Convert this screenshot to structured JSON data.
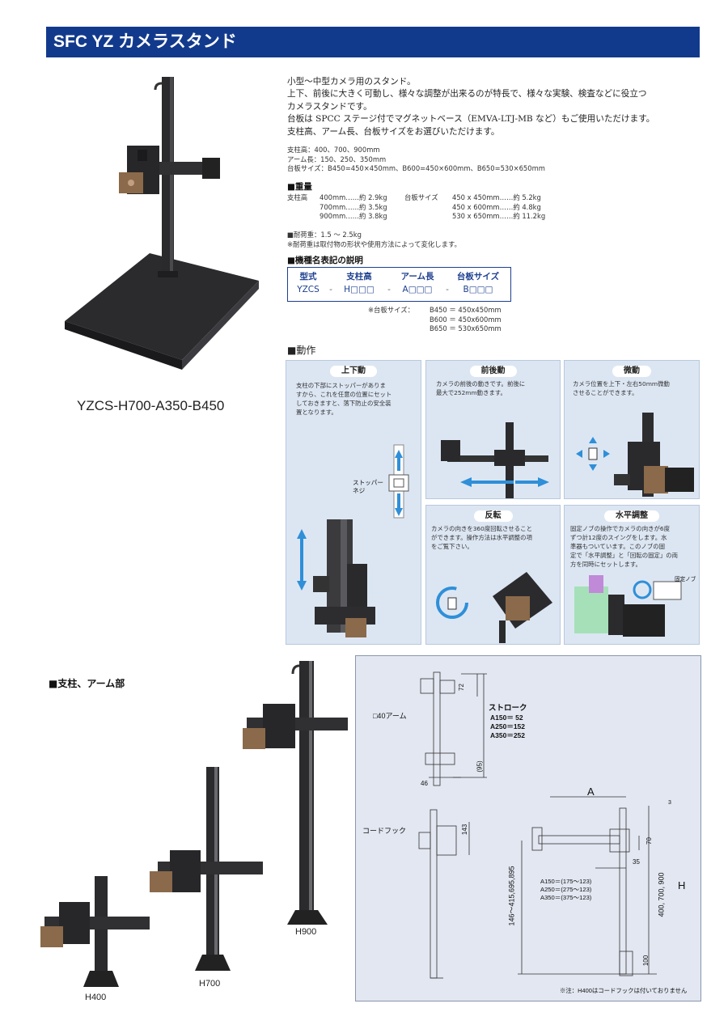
{
  "header": {
    "title": "SFC YZ カメラスタンド"
  },
  "intro": {
    "lines": [
      "小型～中型カメラ用のスタンド。",
      "上下、前後に大きく可動し、様々な調整が出来るのが特長で、様々な実験、検査などに役立つ",
      "カメラスタンドです。",
      "台板は SPCC ステージ付でマグネットベース（EMVA-LTJ-MB など）もご使用いただけます。",
      "支柱高、アーム長、台板サイズをお選びいただけます。"
    ]
  },
  "specs": {
    "column_height": "支柱高：400、700、900mm",
    "arm_length": "アーム長：150、250、350mm",
    "base_size": "台板サイズ：B450=450×450mm、B600=450×600mm、B650=530×650mm"
  },
  "weight": {
    "heading": "■重量",
    "rows": [
      {
        "col_label": "支柱高",
        "col": "400mm……約 2.9kg",
        "base_label": "台板サイズ",
        "base": "450 x 450mm……約 5.2kg"
      },
      {
        "col_label": "",
        "col": "700mm……約 3.5kg",
        "base_label": "",
        "base": "450 x 600mm……約 4.8kg"
      },
      {
        "col_label": "",
        "col": "900mm……約 3.8kg",
        "base_label": "",
        "base": "530 x 650mm……約 11.2kg"
      }
    ]
  },
  "load": {
    "line1": "■耐荷重：1.5 ～ 2.5kg",
    "line2": "※耐荷重は取付物の形状や使用方法によって変化します。"
  },
  "model_code": {
    "heading": "■機種名表記の説明",
    "headers": [
      "型式",
      "支柱高",
      "アーム長",
      "台板サイズ"
    ],
    "values": [
      "YZCS",
      "H□□□",
      "A□□□",
      "B□□□"
    ],
    "separator": "-",
    "base_note_label": "※台板サイズ：",
    "base_notes": [
      "B450 ＝ 450x450mm",
      "B600 ＝ 450x600mm",
      "B650 ＝ 530x650mm"
    ]
  },
  "hero_caption": "YZCS-H700-A350-B450",
  "movement": {
    "heading": "■動作",
    "boxes": [
      {
        "title": "上下動",
        "text": [
          "支柱の下部にストッパーがありま",
          "すから、これを任意の位置にセット",
          "しておきますと、落下防止の安全装",
          "置となります。"
        ],
        "callout": [
          "ストッパー",
          "ネジ"
        ]
      },
      {
        "title": "前後動",
        "text": [
          "カメラの前後の動きです。前後に",
          "最大で252mm動きます。"
        ]
      },
      {
        "title": "微動",
        "text": [
          "カメラ位置を上下・左右50mm微動",
          "させることができます。"
        ]
      },
      {
        "title": "反転",
        "text": [
          "カメラの向きを360度回転させること",
          "ができます。操作方法は水平調整の項",
          "をご覧下さい。"
        ]
      },
      {
        "title": "水平調整",
        "text": [
          "固定ノブの操作でカメラの向きが6度",
          "ずつ計12度のスイングをします。水",
          "準器もついています。このノブの固",
          "定で「水平調整」と「回転の固定」の両",
          "方を同時にセットします。"
        ],
        "callout": "固定ノブ"
      }
    ]
  },
  "column_section": {
    "heading": "■支柱、アーム部",
    "labels": [
      "H400",
      "H700",
      "H900"
    ]
  },
  "drawing": {
    "dim_72": "72",
    "dim_95": "(95)",
    "dim_46": "46",
    "dim_143": "143",
    "arm_label": "□40アーム",
    "cord_hook": "コードフック",
    "stroke_title": "ストローク",
    "stroke": [
      "A150＝ 52",
      "A250＝152",
      "A350＝252"
    ],
    "dim_A": "A",
    "dim_3": "3",
    "dim_70": "70",
    "dim_35": "35",
    "dim_H": "H",
    "heights": "400, 700, 900",
    "range": "146～415,695,895",
    "dim_100": "100",
    "arm_ranges": [
      "A150＝(175～123)",
      "A250＝(275～123)",
      "A350＝(375～123)"
    ],
    "note": "※注：H400はコードフックは付いておりません"
  },
  "colors": {
    "title_bar": "#123a8c",
    "box_bg": "#dce6f3",
    "arrow_blue": "#2f8fd8"
  }
}
